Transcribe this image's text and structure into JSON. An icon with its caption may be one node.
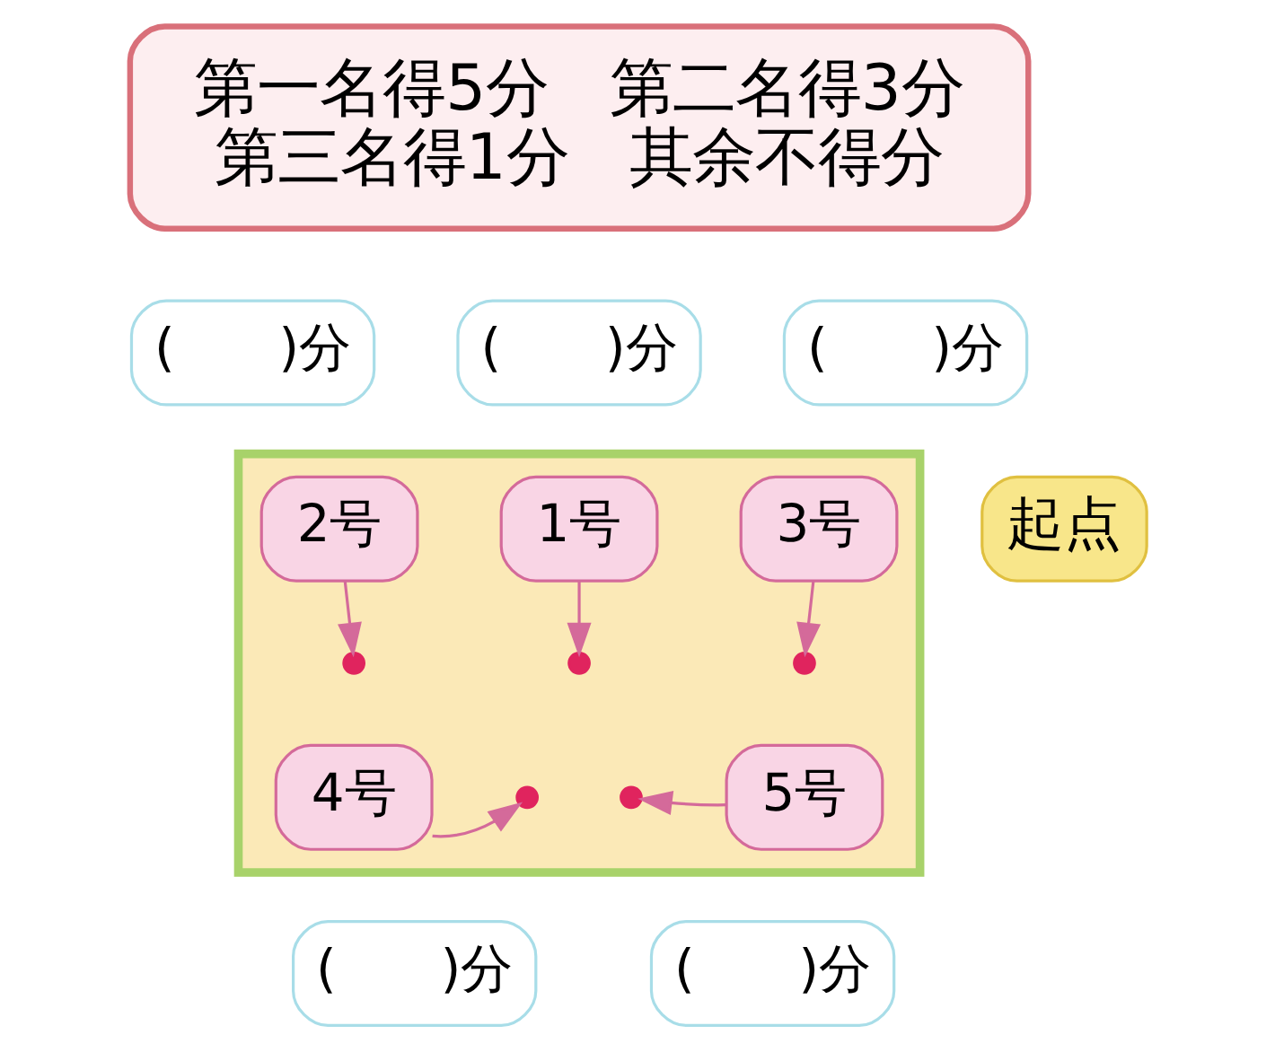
{
  "diagram": {
    "nodes": [
      {
        "text": [
          "第一名得5分",
          "第二名得3分",
          "第三名得1分",
          "其余不得分"
        ]
      },
      {
        "text": [
          "(　　)分"
        ]
      },
      {
        "text": [
          "(　　)分"
        ]
      },
      {
        "text": [
          "(　　)分"
        ]
      },
      {
        "text": [
          "起点"
        ]
      },
      {
        "text": [],
        "shape": "parallelogram"
      },
      {
        "text": [
          "2号"
        ],
        "in": 5
      },
      {
        "text": [
          "1号"
        ],
        "in": 5
      },
      {
        "text": [
          "3号"
        ],
        "in": 5
      },
      {
        "text": [],
        "shape": "circle",
        "in": 5
      },
      {
        "text": [],
        "shape": "circle",
        "in": 5
      },
      {
        "text": [],
        "shape": "circle",
        "in": 5
      },
      {
        "text": [
          "4号"
        ],
        "in": 5
      },
      {
        "text": [],
        "shape": "circle",
        "in": 5
      },
      {
        "text": [],
        "shape": "circle",
        "in": 5
      },
      {
        "text": [
          "5号"
        ],
        "in": 5
      },
      {
        "text": [
          "(　　)分"
        ]
      },
      {
        "text": [
          "(　　)分"
        ]
      }
    ],
    "edges": [
      {
        "from": 6,
        "to": 9,
        "arrow": "to"
      },
      {
        "from": 7,
        "to": 10,
        "arrow": "to"
      },
      {
        "from": 8,
        "to": 11,
        "arrow": "to"
      },
      {
        "from": 12,
        "to": 13,
        "arrow": "to"
      },
      {
        "from": 15,
        "to": 14,
        "arrow": "to"
      }
    ]
  }
}
